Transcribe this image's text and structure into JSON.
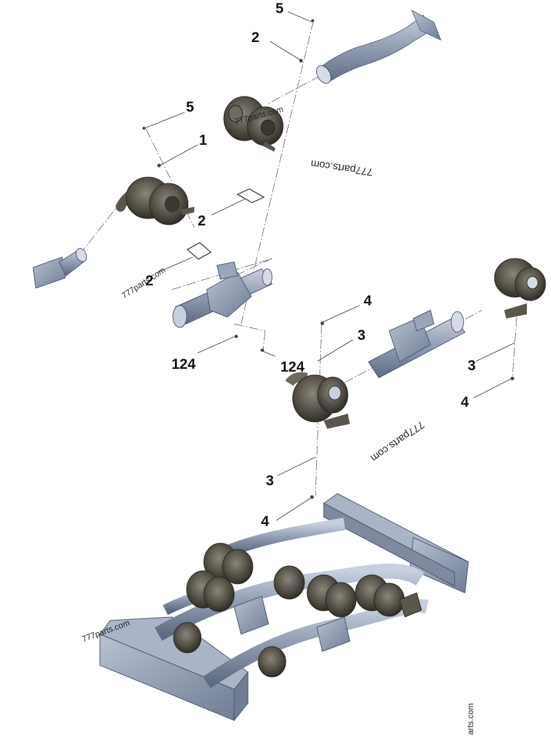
{
  "callouts": {
    "c1": "5",
    "c2": "2",
    "c3": "5",
    "c4": "1",
    "c5": "2",
    "c6": "2",
    "c7": "4",
    "c8": "3",
    "c9": "124",
    "c10": "124",
    "c11": "3",
    "c12": "4",
    "c13": "3",
    "c14": "4"
  },
  "watermarks": {
    "w1": "777parts.com",
    "w2": "777parts.com",
    "w3": "777parts.com",
    "w4": "777parts.com",
    "w5": "777parts.com",
    "w6": "arts.com"
  },
  "colors": {
    "part_blue": "#8f9bb0",
    "part_blue_dark": "#5d6a80",
    "part_blue_light": "#b9c3d3",
    "turbo_dark": "#4b473f",
    "turbo_mid": "#6e695e",
    "leader": "#333333"
  }
}
